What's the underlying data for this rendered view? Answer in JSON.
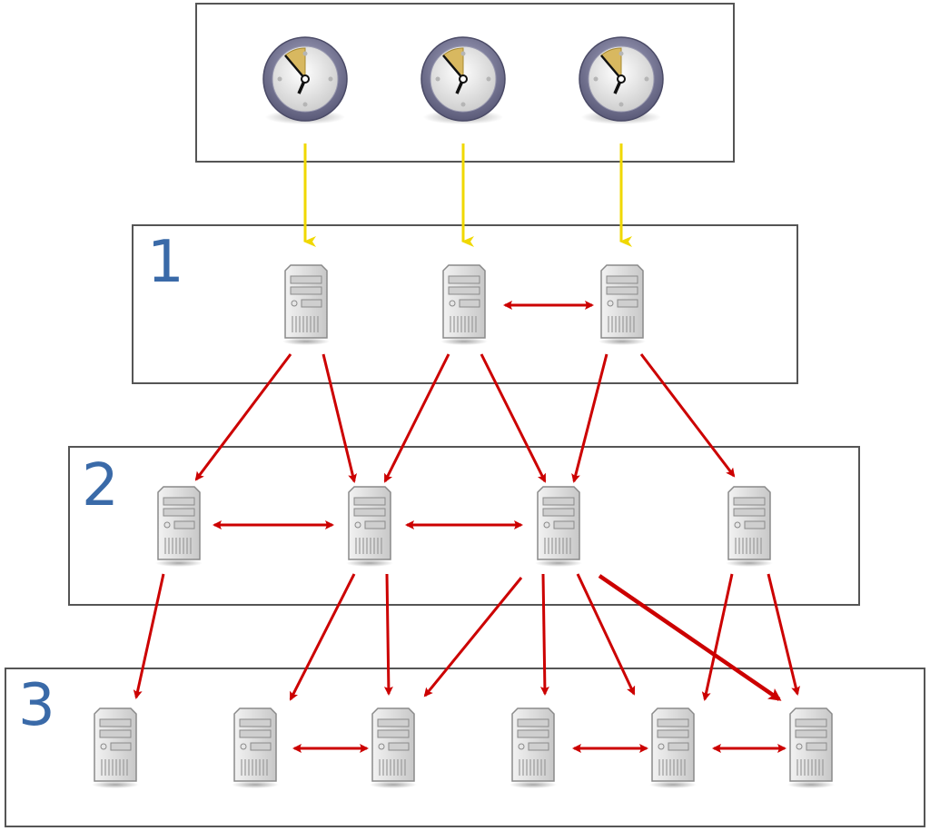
{
  "strata": [
    {
      "label": "",
      "kind": "reference-clocks"
    },
    {
      "label": "1"
    },
    {
      "label": "2"
    },
    {
      "label": "3"
    }
  ],
  "colors": {
    "box_stroke": "#555555",
    "label": "#3a6aa8",
    "reference_arrow": "#f0d800",
    "sync_arrow": "#cc0000",
    "clock_ring": "#7f7f9f",
    "clock_face": "#e8e8e8",
    "clock_wedge": "#d8b860",
    "server_body": "#dcdcdc"
  },
  "icons": {
    "clock": "clock-icon",
    "server": "server-icon"
  }
}
